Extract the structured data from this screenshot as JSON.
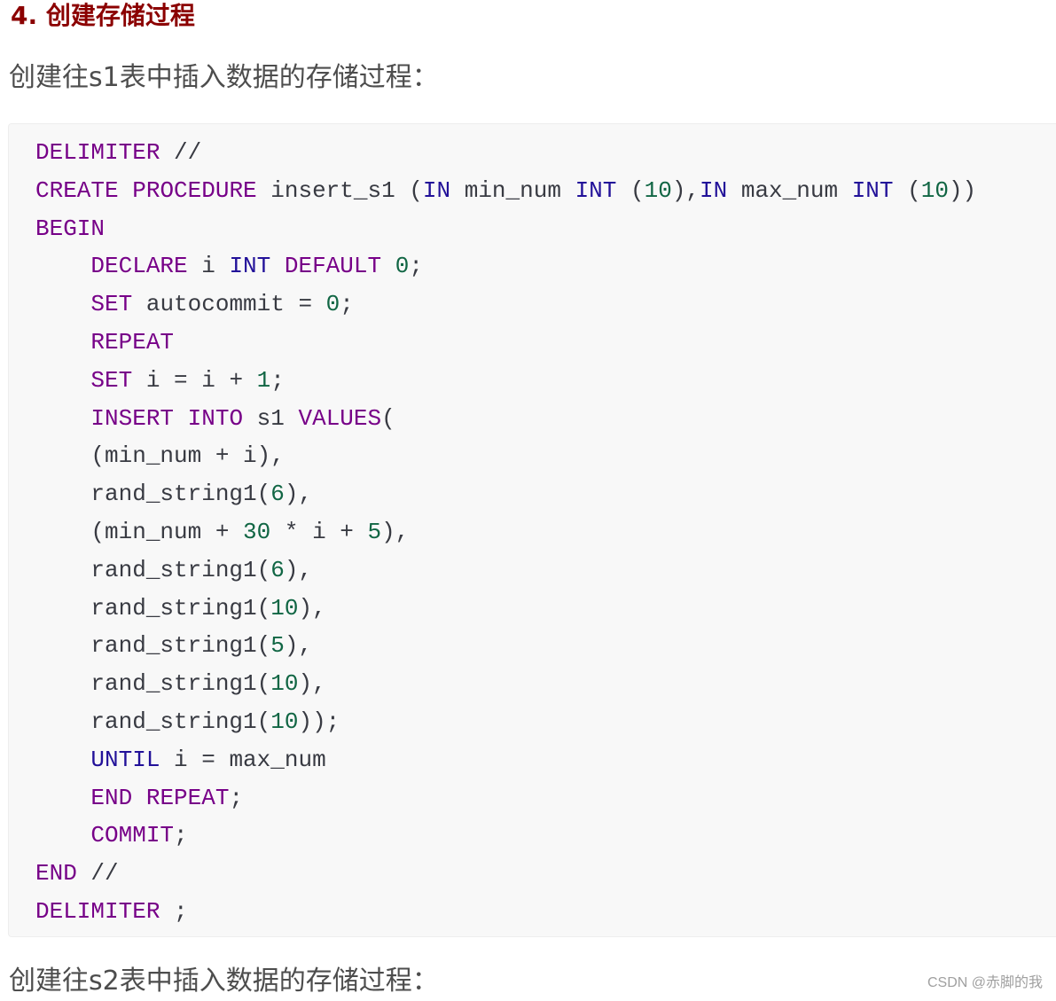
{
  "heading": "4. 创建存储过程",
  "intro_s1": "创建往s1表中插入数据的存储过程：",
  "intro_s2": "创建往s2表中插入数据的存储过程：",
  "code": {
    "language": "sql",
    "token_colors": {
      "keyword": "#770088",
      "type": "#221199",
      "number": "#116644",
      "default": "#383a42"
    },
    "lines": [
      [
        {
          "t": "DELIMITER",
          "c": "kw"
        },
        {
          "t": " //"
        }
      ],
      [
        {
          "t": "CREATE",
          "c": "kw"
        },
        {
          "t": " "
        },
        {
          "t": "PROCEDURE",
          "c": "kw"
        },
        {
          "t": " insert_s1 ("
        },
        {
          "t": "IN",
          "c": "typ"
        },
        {
          "t": " min_num "
        },
        {
          "t": "INT",
          "c": "typ"
        },
        {
          "t": " ("
        },
        {
          "t": "10",
          "c": "num"
        },
        {
          "t": "),"
        },
        {
          "t": "IN",
          "c": "typ"
        },
        {
          "t": " max_num "
        },
        {
          "t": "INT",
          "c": "typ"
        },
        {
          "t": " ("
        },
        {
          "t": "10",
          "c": "num"
        },
        {
          "t": "))"
        }
      ],
      [
        {
          "t": "BEGIN",
          "c": "kw"
        }
      ],
      [
        {
          "t": "    "
        },
        {
          "t": "DECLARE",
          "c": "kw"
        },
        {
          "t": " i "
        },
        {
          "t": "INT",
          "c": "typ"
        },
        {
          "t": " "
        },
        {
          "t": "DEFAULT",
          "c": "kw"
        },
        {
          "t": " "
        },
        {
          "t": "0",
          "c": "num"
        },
        {
          "t": ";"
        }
      ],
      [
        {
          "t": "    "
        },
        {
          "t": "SET",
          "c": "kw"
        },
        {
          "t": " autocommit = "
        },
        {
          "t": "0",
          "c": "num"
        },
        {
          "t": ";"
        }
      ],
      [
        {
          "t": "    "
        },
        {
          "t": "REPEAT",
          "c": "kw"
        }
      ],
      [
        {
          "t": "    "
        },
        {
          "t": "SET",
          "c": "kw"
        },
        {
          "t": " i = i + "
        },
        {
          "t": "1",
          "c": "num"
        },
        {
          "t": ";"
        }
      ],
      [
        {
          "t": "    "
        },
        {
          "t": "INSERT",
          "c": "kw"
        },
        {
          "t": " "
        },
        {
          "t": "INTO",
          "c": "kw"
        },
        {
          "t": " s1 "
        },
        {
          "t": "VALUES",
          "c": "kw"
        },
        {
          "t": "("
        }
      ],
      [
        {
          "t": "    (min_num + i),"
        }
      ],
      [
        {
          "t": "    rand_string1("
        },
        {
          "t": "6",
          "c": "num"
        },
        {
          "t": "),"
        }
      ],
      [
        {
          "t": "    (min_num + "
        },
        {
          "t": "30",
          "c": "num"
        },
        {
          "t": " * i + "
        },
        {
          "t": "5",
          "c": "num"
        },
        {
          "t": "),"
        }
      ],
      [
        {
          "t": "    rand_string1("
        },
        {
          "t": "6",
          "c": "num"
        },
        {
          "t": "),"
        }
      ],
      [
        {
          "t": "    rand_string1("
        },
        {
          "t": "10",
          "c": "num"
        },
        {
          "t": "),"
        }
      ],
      [
        {
          "t": "    rand_string1("
        },
        {
          "t": "5",
          "c": "num"
        },
        {
          "t": "),"
        }
      ],
      [
        {
          "t": "    rand_string1("
        },
        {
          "t": "10",
          "c": "num"
        },
        {
          "t": "),"
        }
      ],
      [
        {
          "t": "    rand_string1("
        },
        {
          "t": "10",
          "c": "num"
        },
        {
          "t": "));"
        }
      ],
      [
        {
          "t": "    "
        },
        {
          "t": "UNTIL",
          "c": "typ"
        },
        {
          "t": " i = max_num"
        }
      ],
      [
        {
          "t": "    "
        },
        {
          "t": "END",
          "c": "kw"
        },
        {
          "t": " "
        },
        {
          "t": "REPEAT",
          "c": "kw"
        },
        {
          "t": ";"
        }
      ],
      [
        {
          "t": "    "
        },
        {
          "t": "COMMIT",
          "c": "kw"
        },
        {
          "t": ";"
        }
      ],
      [
        {
          "t": "END",
          "c": "kw"
        },
        {
          "t": " //"
        }
      ],
      [
        {
          "t": "DELIMITER",
          "c": "kw"
        },
        {
          "t": " ;"
        }
      ]
    ]
  },
  "watermark": "CSDN @赤脚的我"
}
